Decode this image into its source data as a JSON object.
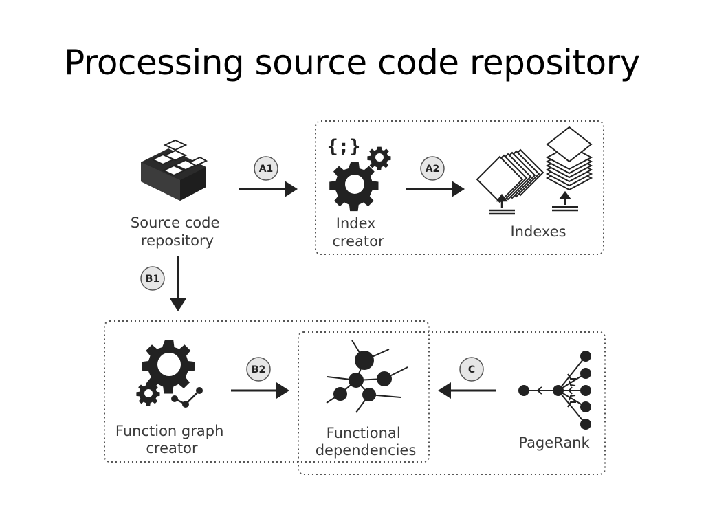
{
  "slide": {
    "title": "Processing source code repository"
  },
  "nodes": {
    "source_repo": [
      "Source code",
      "repository"
    ],
    "index_creator": [
      "Index",
      "creator"
    ],
    "indexes": "Indexes",
    "function_graph_creator": [
      "Function graph",
      "creator"
    ],
    "functional_dependencies": [
      "Functional",
      "dependencies"
    ],
    "pagerank": "PageRank"
  },
  "badges": {
    "a1": "A1",
    "a2": "A2",
    "b1": "B1",
    "b2": "B2",
    "c": "C"
  },
  "icons": {
    "code_braces_glyph": "{;}"
  }
}
